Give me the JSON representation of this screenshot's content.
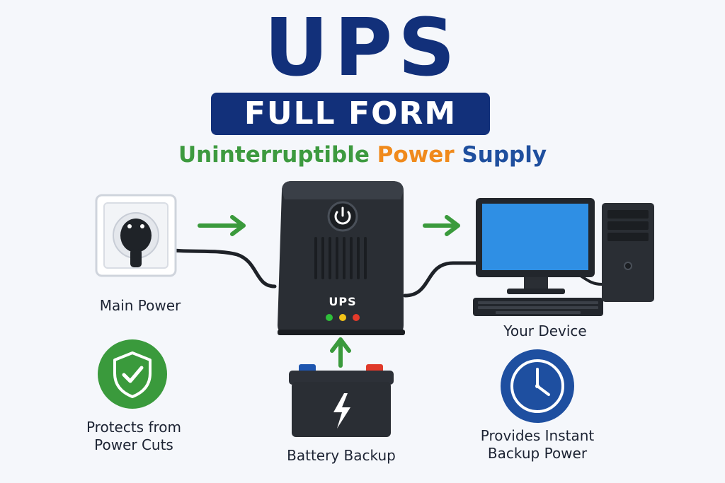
{
  "title": "UPS",
  "subtitle": "FULL FORM",
  "full_form": {
    "word1": "Uninterruptible",
    "word2": "Power",
    "word3": "Supply"
  },
  "device_label": "UPS",
  "labels": {
    "main_power": "Main Power",
    "your_device": "Your Device",
    "battery_backup": "Battery Backup",
    "protects_line1": "Protects from",
    "protects_line2": "Power Cuts",
    "instant_line1": "Provides Instant",
    "instant_line2": "Backup Power"
  },
  "colors": {
    "navy": "#12307a",
    "green": "#3d9a3f",
    "orange": "#f08a1c",
    "blue": "#1f4f9e",
    "arrow_green": "#3a9a3c",
    "led_green": "#2fbf3a",
    "led_yellow": "#f2c318",
    "led_red": "#e53a2a"
  },
  "icons": [
    "wall-socket-icon",
    "ups-unit-icon",
    "computer-icon",
    "battery-icon",
    "shield-check-icon",
    "clock-icon"
  ]
}
